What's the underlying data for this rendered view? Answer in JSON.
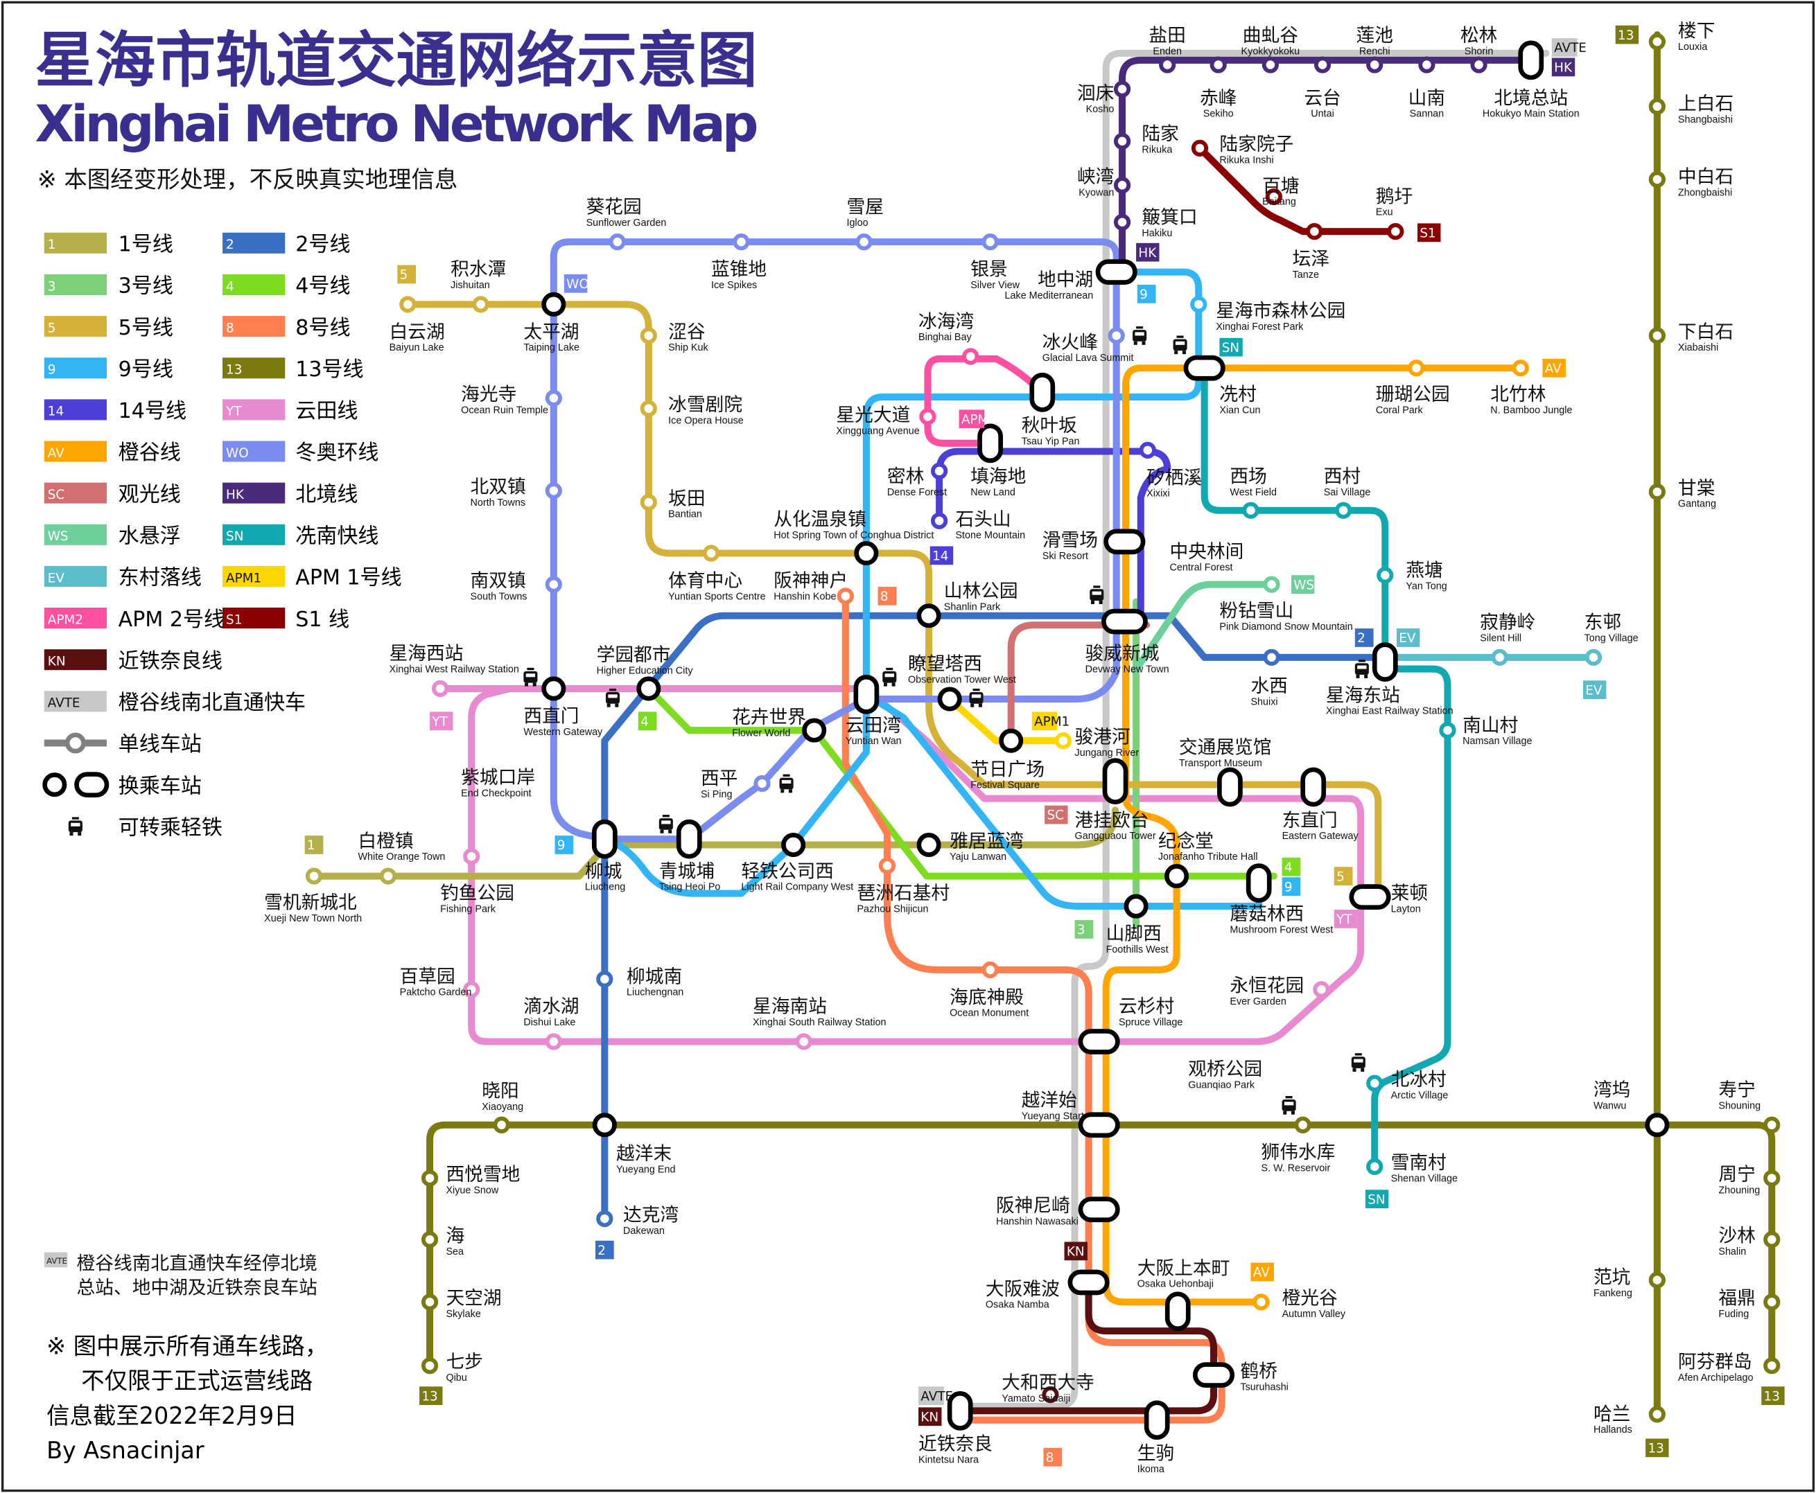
{
  "header": {
    "title_zh": "星海市轨道交通网络示意图",
    "title_en": "Xinghai Metro Network Map",
    "disclaimer": "※ 本图经变形处理，不反映真实地理信息"
  },
  "colors": {
    "title": "#3a2f8f",
    "L1": "#b5b04a",
    "L2": "#3b6fc4",
    "L3": "#7dd07a",
    "L4": "#7ddc1f",
    "L5": "#d4b23a",
    "L8": "#ff7f50",
    "L9": "#33b5f5",
    "L13": "#7a7a10",
    "L14": "#4b3fd8",
    "YT": "#e88ad0",
    "AV": "#ffa500",
    "WO": "#7b8cf0",
    "SC": "#d07070",
    "HK": "#4a2a7a",
    "WS": "#6dcf9a",
    "SN": "#12a8b0",
    "EV": "#5bbccc",
    "APM1": "#ffd700",
    "APM2": "#ff4fa0",
    "S1": "#8b0000",
    "KN": "#5a1010",
    "AVTE": "#c8c8c8"
  },
  "legend": {
    "lines": [
      {
        "code": "1",
        "name": "1号线",
        "key": "L1"
      },
      {
        "code": "2",
        "name": "2号线",
        "key": "L2"
      },
      {
        "code": "3",
        "name": "3号线",
        "key": "L3"
      },
      {
        "code": "4",
        "name": "4号线",
        "key": "L4"
      },
      {
        "code": "5",
        "name": "5号线",
        "key": "L5"
      },
      {
        "code": "8",
        "name": "8号线",
        "key": "L8"
      },
      {
        "code": "9",
        "name": "9号线",
        "key": "L9"
      },
      {
        "code": "13",
        "name": "13号线",
        "key": "L13"
      },
      {
        "code": "14",
        "name": "14号线",
        "key": "L14"
      },
      {
        "code": "YT",
        "name": "云田线",
        "key": "YT"
      },
      {
        "code": "AV",
        "name": "橙谷线",
        "key": "AV"
      },
      {
        "code": "WO",
        "name": "冬奥环线",
        "key": "WO"
      },
      {
        "code": "SC",
        "name": "观光线",
        "key": "SC"
      },
      {
        "code": "HK",
        "name": "北境线",
        "key": "HK"
      },
      {
        "code": "WS",
        "name": "水悬浮",
        "key": "WS"
      },
      {
        "code": "SN",
        "name": "冼南快线",
        "key": "SN"
      },
      {
        "code": "EV",
        "name": "东村落线",
        "key": "EV"
      },
      {
        "code": "APM1",
        "name": "APM 1号线",
        "key": "APM1"
      },
      {
        "code": "APM2",
        "name": "APM 2号线",
        "key": "APM2"
      },
      {
        "code": "S1",
        "name": "S1 线",
        "key": "S1"
      },
      {
        "code": "KN",
        "name": "近铁奈良线",
        "key": "KN"
      },
      {
        "code": "AVTE",
        "name": "橙谷线南北直通快车",
        "key": "AVTE"
      }
    ],
    "symbols": [
      {
        "name": "单线车站",
        "icon": "single-station-icon"
      },
      {
        "name": "换乘车站",
        "icon": "interchange-station-icon"
      },
      {
        "name": "可转乘轻铁",
        "icon": "light-rail-tram-icon"
      }
    ]
  },
  "stations": [
    {
      "zh": "盐田",
      "en": "Enden"
    },
    {
      "zh": "曲虬谷",
      "en": "Kyokkyokoku"
    },
    {
      "zh": "莲池",
      "en": "Renchi"
    },
    {
      "zh": "松林",
      "en": "Shorin"
    },
    {
      "zh": "北境总站",
      "en": "Hokukyo Main Station"
    },
    {
      "zh": "赤峰",
      "en": "Sekiho"
    },
    {
      "zh": "云台",
      "en": "Untai"
    },
    {
      "zh": "山南",
      "en": "Sannan"
    },
    {
      "zh": "洄床",
      "en": "Kosho"
    },
    {
      "zh": "陆家",
      "en": "Rikuka"
    },
    {
      "zh": "峡湾",
      "en": "Kyowan"
    },
    {
      "zh": "簸箕口",
      "en": "Hakiku"
    },
    {
      "zh": "地中湖",
      "en": "Lake Mediterranean"
    },
    {
      "zh": "陆家院子",
      "en": "Rikuka Inshi"
    },
    {
      "zh": "百塘",
      "en": "Baitang"
    },
    {
      "zh": "坛泽",
      "en": "Tanze"
    },
    {
      "zh": "鹅圩",
      "en": "Exu"
    },
    {
      "zh": "葵花园",
      "en": "Sunflower Garden"
    },
    {
      "zh": "蓝锥地",
      "en": "Ice Spikes"
    },
    {
      "zh": "雪屋",
      "en": "Igloo"
    },
    {
      "zh": "银景",
      "en": "Silver View"
    },
    {
      "zh": "积水潭",
      "en": "Jishuitan"
    },
    {
      "zh": "白云湖",
      "en": "Baiyun Lake"
    },
    {
      "zh": "太平湖",
      "en": "Taiping Lake"
    },
    {
      "zh": "涩谷",
      "en": "Ship Kuk"
    },
    {
      "zh": "冰雪剧院",
      "en": "Ice Opera House"
    },
    {
      "zh": "坂田",
      "en": "Bantian"
    },
    {
      "zh": "海光寺",
      "en": "Ocean Ruin Temple"
    },
    {
      "zh": "北双镇",
      "en": "North Towns"
    },
    {
      "zh": "南双镇",
      "en": "South Towns"
    },
    {
      "zh": "体育中心",
      "en": "Yuntian Sports Centre"
    },
    {
      "zh": "从化温泉镇",
      "en": "Hot Spring Town of Conghua District"
    },
    {
      "zh": "阪神神户",
      "en": "Hanshin Kobe"
    },
    {
      "zh": "山林公园",
      "en": "Shanlin Park"
    },
    {
      "zh": "冰海湾",
      "en": "Binghai Bay"
    },
    {
      "zh": "冰火峰",
      "en": "Glacial Lava Summit"
    },
    {
      "zh": "星光大道",
      "en": "Xingguang Avenue"
    },
    {
      "zh": "秋叶坂",
      "en": "Tsau Yip Pan"
    },
    {
      "zh": "填海地",
      "en": "New Land"
    },
    {
      "zh": "密林",
      "en": "Dense Forest"
    },
    {
      "zh": "石头山",
      "en": "Stone Mountain"
    },
    {
      "zh": "矽栖溪",
      "en": "Xixixi"
    },
    {
      "zh": "滑雪场",
      "en": "Ski Resort"
    },
    {
      "zh": "中央林间",
      "en": "Central Forest"
    },
    {
      "zh": "星海市森林公园",
      "en": "Xinghai Forest Park"
    },
    {
      "zh": "冼村",
      "en": "Xian Cun"
    },
    {
      "zh": "珊瑚公园",
      "en": "Coral Park"
    },
    {
      "zh": "北竹林",
      "en": "N. Bamboo Jungle"
    },
    {
      "zh": "西场",
      "en": "West Field"
    },
    {
      "zh": "西村",
      "en": "Sai Village"
    },
    {
      "zh": "燕塘",
      "en": "Yan Tong"
    },
    {
      "zh": "骏威新城",
      "en": "Devway New Town"
    },
    {
      "zh": "粉钻雪山",
      "en": "Pink Diamond Snow Mountain"
    },
    {
      "zh": "水西",
      "en": "Shuixi"
    },
    {
      "zh": "星海东站",
      "en": "Xinghai East Railway Station"
    },
    {
      "zh": "寂静岭",
      "en": "Silent Hill"
    },
    {
      "zh": "东邨",
      "en": "Tong Village"
    },
    {
      "zh": "南山村",
      "en": "Namsan Village"
    },
    {
      "zh": "交通展览馆",
      "en": "Transport Museum"
    },
    {
      "zh": "东直门",
      "en": "Eastern Gateway"
    },
    {
      "zh": "莱顿",
      "en": "Layton"
    },
    {
      "zh": "蘑菇林西",
      "en": "Mushroom Forest West"
    },
    {
      "zh": "纪念堂",
      "en": "Jonafanho Tribute Hall"
    },
    {
      "zh": "港挂欧台",
      "en": "Gangguaou Tower"
    },
    {
      "zh": "节日广场",
      "en": "Festival Square"
    },
    {
      "zh": "骏港河",
      "en": "Jungang River"
    },
    {
      "zh": "瞭望塔西",
      "en": "Observation Tower West"
    },
    {
      "zh": "雅居蓝湾",
      "en": "Yaju Lanwan"
    },
    {
      "zh": "山脚西",
      "en": "Foothills West"
    },
    {
      "zh": "琶洲石基村",
      "en": "Pazhou Shijicun"
    },
    {
      "zh": "云田湾",
      "en": "Yuntian Wan"
    },
    {
      "zh": "花卉世界",
      "en": "Flower World"
    },
    {
      "zh": "学园都市",
      "en": "Higher Education City"
    },
    {
      "zh": "西直门",
      "en": "Western Gateway"
    },
    {
      "zh": "星海西站",
      "en": "Xinghai West Railway Station"
    },
    {
      "zh": "紫城口岸",
      "en": "End Checkpoint"
    },
    {
      "zh": "西平",
      "en": "Si Ping"
    },
    {
      "zh": "柳城",
      "en": "Liucheng"
    },
    {
      "zh": "青城埔",
      "en": "Tsing Heoi Po"
    },
    {
      "zh": "轻铁公司西",
      "en": "Light Rail Company West"
    },
    {
      "zh": "白橙镇",
      "en": "White Orange Town"
    },
    {
      "zh": "雪机新城北",
      "en": "Xueji New Town North"
    },
    {
      "zh": "钓鱼公园",
      "en": "Fishing Park"
    },
    {
      "zh": "百草园",
      "en": "Paktcho Garden"
    },
    {
      "zh": "滴水湖",
      "en": "Dishui Lake"
    },
    {
      "zh": "柳城南",
      "en": "Liuchengnan"
    },
    {
      "zh": "星海南站",
      "en": "Xinghai South Railway Station"
    },
    {
      "zh": "海底神殿",
      "en": "Ocean Monument"
    },
    {
      "zh": "云杉村",
      "en": "Spruce Village"
    },
    {
      "zh": "永恒花园",
      "en": "Ever Garden"
    },
    {
      "zh": "观桥公园",
      "en": "Guanqiao Park"
    },
    {
      "zh": "晓阳",
      "en": "Xiaoyang"
    },
    {
      "zh": "越洋末",
      "en": "Yueyang End"
    },
    {
      "zh": "越洋始",
      "en": "Yueyang Start"
    },
    {
      "zh": "狮伟水库",
      "en": "S. W. Reservoir"
    },
    {
      "zh": "北冰村",
      "en": "Arctic Village"
    },
    {
      "zh": "雪南村",
      "en": "Shenan Village"
    },
    {
      "zh": "湾坞",
      "en": "Wanwu"
    },
    {
      "zh": "寿宁",
      "en": "Shouning"
    },
    {
      "zh": "西悦雪地",
      "en": "Xiyue Snow"
    },
    {
      "zh": "海",
      "en": "Sea"
    },
    {
      "zh": "天空湖",
      "en": "Skylake"
    },
    {
      "zh": "七步",
      "en": "Qibu"
    },
    {
      "zh": "达克湾",
      "en": "Dakewan"
    },
    {
      "zh": "阪神尼崎",
      "en": "Hanshin Nawasaki"
    },
    {
      "zh": "大阪难波",
      "en": "Osaka Namba"
    },
    {
      "zh": "大阪上本町",
      "en": "Osaka Uehonbaji"
    },
    {
      "zh": "橙光谷",
      "en": "Autumn Valley"
    },
    {
      "zh": "鹤桥",
      "en": "Tsuruhashi"
    },
    {
      "zh": "大和西大寺",
      "en": "Yamato Saidaiji"
    },
    {
      "zh": "近铁奈良",
      "en": "Kintetsu Nara"
    },
    {
      "zh": "生驹",
      "en": "Ikoma"
    },
    {
      "zh": "周宁",
      "en": "Zhouning"
    },
    {
      "zh": "沙林",
      "en": "Shalin"
    },
    {
      "zh": "福鼎",
      "en": "Fuding"
    },
    {
      "zh": "阿芬群岛",
      "en": "Afen Archipelago"
    },
    {
      "zh": "范坑",
      "en": "Fankeng"
    },
    {
      "zh": "哈兰",
      "en": "Hallands"
    },
    {
      "zh": "楼下",
      "en": "Louxia"
    },
    {
      "zh": "上白石",
      "en": "Shangbaishi"
    },
    {
      "zh": "中白石",
      "en": "Zhongbaishi"
    },
    {
      "zh": "下白石",
      "en": "Xiabaishi"
    },
    {
      "zh": "甘棠",
      "en": "Gantang"
    }
  ],
  "map_badges": [
    {
      "text": "5",
      "key": "L5"
    },
    {
      "text": "WO",
      "key": "WO"
    },
    {
      "text": "9",
      "key": "L9"
    },
    {
      "text": "HK",
      "key": "HK"
    },
    {
      "text": "S1",
      "key": "S1"
    },
    {
      "text": "AVTE",
      "key": "AVTE"
    },
    {
      "text": "HK",
      "key": "HK"
    },
    {
      "text": "SN",
      "key": "SN"
    },
    {
      "text": "AV",
      "key": "AV"
    },
    {
      "text": "APM2",
      "key": "APM2"
    },
    {
      "text": "14",
      "key": "L14"
    },
    {
      "text": "8",
      "key": "L8"
    },
    {
      "text": "WS",
      "key": "WS"
    },
    {
      "text": "2",
      "key": "L2"
    },
    {
      "text": "EV",
      "key": "EV"
    },
    {
      "text": "EV",
      "key": "EV"
    },
    {
      "text": "YT",
      "key": "YT"
    },
    {
      "text": "4",
      "key": "L4"
    },
    {
      "text": "APM1",
      "key": "APM1"
    },
    {
      "text": "SC",
      "key": "SC"
    },
    {
      "text": "9",
      "key": "L9"
    },
    {
      "text": "1",
      "key": "L1"
    },
    {
      "text": "4",
      "key": "L4"
    },
    {
      "text": "9",
      "key": "L9"
    },
    {
      "text": "5",
      "key": "L5"
    },
    {
      "text": "YT",
      "key": "YT"
    },
    {
      "text": "3",
      "key": "L3"
    },
    {
      "text": "KN",
      "key": "KN"
    },
    {
      "text": "AV",
      "key": "AV"
    },
    {
      "text": "2",
      "key": "L2"
    },
    {
      "text": "13",
      "key": "L13"
    },
    {
      "text": "SN",
      "key": "SN"
    },
    {
      "text": "13",
      "key": "L13"
    },
    {
      "text": "13",
      "key": "L13"
    },
    {
      "text": "13",
      "key": "L13"
    },
    {
      "text": "AVTE",
      "key": "AVTE"
    },
    {
      "text": "KN",
      "key": "KN"
    },
    {
      "text": "8",
      "key": "L8"
    }
  ],
  "notes": {
    "avte_badge": "AVTE",
    "avte_line1": "橙谷线南北直通快车经停北境",
    "avte_line2": "总站、地中湖及近铁奈良车站",
    "note1": "※ 图中展示所有通车线路，",
    "note2": "不仅限于正式运营线路",
    "date": "信息截至2022年2月9日",
    "author": "By Asnacinjar"
  }
}
